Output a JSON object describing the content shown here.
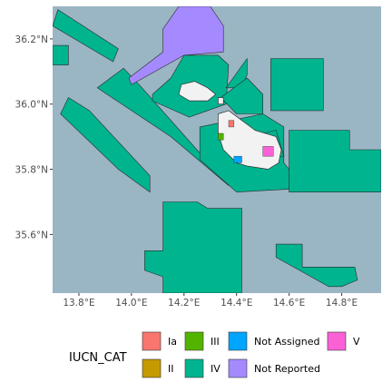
{
  "colors": {
    "sea": "#9ab5c4",
    "land": "#f2f2f2",
    "land_stroke": "#333333",
    "zone_stroke": "#2b2b2b",
    "tick": "#333333"
  },
  "chart_data": {
    "type": "map",
    "xlim": [
      13.7,
      14.95
    ],
    "ylim": [
      35.42,
      36.3
    ],
    "x_ticks": [
      13.8,
      14.0,
      14.2,
      14.4,
      14.6,
      14.8
    ],
    "x_tick_labels": [
      "13.8°E",
      "14.0°E",
      "14.2°E",
      "14.4°E",
      "14.6°E",
      "14.8°E"
    ],
    "y_ticks": [
      35.6,
      35.8,
      36.0,
      36.2
    ],
    "y_tick_labels": [
      "35.6°N",
      "35.8°N",
      "36.0°N",
      "36.2°N"
    ],
    "legend": {
      "title": "IUCN_CAT",
      "entries": [
        {
          "label": "Ia",
          "color": "#f8766d"
        },
        {
          "label": "II",
          "color": "#c49a00"
        },
        {
          "label": "III",
          "color": "#53b400"
        },
        {
          "label": "IV",
          "color": "#00b48f"
        },
        {
          "label": "Not Assigned",
          "color": "#00a5ff"
        },
        {
          "label": "Not Reported",
          "color": "#a58aff"
        },
        {
          "label": "V",
          "color": "#fb61d7"
        }
      ]
    },
    "polygons": [
      {
        "cat": "IV",
        "coords": [
          [
            13.72,
            36.29
          ],
          [
            13.95,
            36.17
          ],
          [
            13.93,
            36.13
          ],
          [
            13.7,
            36.24
          ]
        ]
      },
      {
        "cat": "IV",
        "coords": [
          [
            13.7,
            36.18
          ],
          [
            13.76,
            36.18
          ],
          [
            13.76,
            36.12
          ],
          [
            13.7,
            36.12
          ]
        ]
      },
      {
        "cat": "IV",
        "coords": [
          [
            13.97,
            36.11
          ],
          [
            14.04,
            36.05
          ],
          [
            14.37,
            35.75
          ],
          [
            14.15,
            35.9
          ],
          [
            13.87,
            36.05
          ]
        ]
      },
      {
        "cat": "IV",
        "coords": [
          [
            13.73,
            35.97
          ],
          [
            13.95,
            35.8
          ],
          [
            14.07,
            35.73
          ],
          [
            14.07,
            35.78
          ],
          [
            13.84,
            35.98
          ],
          [
            13.76,
            36.02
          ]
        ]
      },
      {
        "cat": "IV",
        "coords": [
          [
            14.08,
            36.03
          ],
          [
            14.15,
            36.08
          ],
          [
            14.2,
            36.15
          ],
          [
            14.33,
            36.15
          ],
          [
            14.37,
            36.12
          ],
          [
            14.36,
            36.0
          ],
          [
            14.22,
            35.96
          ],
          [
            14.08,
            36.01
          ]
        ]
      },
      {
        "cat": "IV",
        "coords": [
          [
            14.36,
            36.05
          ],
          [
            14.44,
            36.14
          ],
          [
            14.44,
            36.09
          ],
          [
            14.42,
            36.05
          ]
        ]
      },
      {
        "cat": "IV",
        "coords": [
          [
            14.34,
            36.02
          ],
          [
            14.44,
            36.08
          ],
          [
            14.5,
            36.03
          ],
          [
            14.5,
            35.97
          ],
          [
            14.4,
            35.97
          ]
        ]
      },
      {
        "cat": "IV",
        "coords": [
          [
            14.53,
            36.14
          ],
          [
            14.73,
            36.14
          ],
          [
            14.73,
            35.98
          ],
          [
            14.53,
            35.98
          ]
        ]
      },
      {
        "cat": "IV",
        "coords": [
          [
            14.26,
            35.93
          ],
          [
            14.5,
            35.97
          ],
          [
            14.58,
            35.93
          ],
          [
            14.58,
            35.82
          ],
          [
            14.62,
            35.78
          ],
          [
            14.62,
            35.74
          ],
          [
            14.4,
            35.73
          ],
          [
            14.26,
            35.83
          ]
        ]
      },
      {
        "cat": "IV",
        "coords": [
          [
            14.5,
            35.91
          ],
          [
            14.55,
            35.92
          ],
          [
            14.58,
            35.84
          ],
          [
            14.5,
            35.84
          ]
        ]
      },
      {
        "cat": "IV",
        "coords": [
          [
            14.6,
            35.92
          ],
          [
            14.83,
            35.92
          ],
          [
            14.83,
            35.86
          ],
          [
            14.95,
            35.86
          ],
          [
            14.95,
            35.73
          ],
          [
            14.6,
            35.73
          ]
        ]
      },
      {
        "cat": "IV",
        "coords": [
          [
            14.12,
            35.7
          ],
          [
            14.25,
            35.7
          ],
          [
            14.29,
            35.68
          ],
          [
            14.42,
            35.68
          ],
          [
            14.42,
            35.42
          ],
          [
            14.12,
            35.42
          ],
          [
            14.12,
            35.47
          ],
          [
            14.05,
            35.49
          ],
          [
            14.05,
            35.55
          ],
          [
            14.12,
            35.55
          ]
        ]
      },
      {
        "cat": "IV",
        "coords": [
          [
            14.55,
            35.57
          ],
          [
            14.65,
            35.57
          ],
          [
            14.65,
            35.5
          ],
          [
            14.85,
            35.5
          ],
          [
            14.86,
            35.46
          ],
          [
            14.8,
            35.44
          ],
          [
            14.75,
            35.44
          ],
          [
            14.55,
            35.53
          ]
        ]
      },
      {
        "cat": "Not Reported",
        "coords": [
          [
            14.12,
            36.23
          ],
          [
            14.18,
            36.3
          ],
          [
            14.3,
            36.3
          ],
          [
            14.35,
            36.24
          ],
          [
            14.35,
            36.16
          ],
          [
            14.2,
            36.15
          ],
          [
            14.0,
            36.06
          ],
          [
            13.99,
            36.08
          ],
          [
            14.12,
            36.16
          ]
        ]
      },
      {
        "cat": "V",
        "coords": [
          [
            14.5,
            35.87
          ],
          [
            14.54,
            35.87
          ],
          [
            14.54,
            35.84
          ],
          [
            14.5,
            35.84
          ]
        ]
      },
      {
        "cat": "Not Assigned",
        "coords": [
          [
            14.39,
            35.84
          ],
          [
            14.42,
            35.84
          ],
          [
            14.42,
            35.82
          ],
          [
            14.39,
            35.82
          ]
        ]
      },
      {
        "cat": "III",
        "coords": [
          [
            14.33,
            35.91
          ],
          [
            14.35,
            35.91
          ],
          [
            14.35,
            35.89
          ],
          [
            14.33,
            35.89
          ]
        ]
      },
      {
        "cat": "Ia",
        "coords": [
          [
            14.37,
            35.95
          ],
          [
            14.39,
            35.95
          ],
          [
            14.39,
            35.93
          ],
          [
            14.37,
            35.93
          ]
        ]
      }
    ],
    "land": [
      {
        "name": "Malta",
        "coords": [
          [
            14.33,
            35.97
          ],
          [
            14.37,
            35.98
          ],
          [
            14.42,
            35.95
          ],
          [
            14.47,
            35.92
          ],
          [
            14.51,
            35.91
          ],
          [
            14.55,
            35.9
          ],
          [
            14.57,
            35.86
          ],
          [
            14.56,
            35.82
          ],
          [
            14.52,
            35.8
          ],
          [
            14.44,
            35.81
          ],
          [
            14.4,
            35.82
          ],
          [
            14.35,
            35.86
          ],
          [
            14.33,
            35.91
          ]
        ]
      },
      {
        "name": "Gozo",
        "coords": [
          [
            14.19,
            36.06
          ],
          [
            14.24,
            36.07
          ],
          [
            14.29,
            36.05
          ],
          [
            14.32,
            36.03
          ],
          [
            14.29,
            36.01
          ],
          [
            14.22,
            36.01
          ],
          [
            14.18,
            36.03
          ]
        ]
      },
      {
        "name": "Comino",
        "coords": [
          [
            14.33,
            36.02
          ],
          [
            14.35,
            36.02
          ],
          [
            14.35,
            36.0
          ],
          [
            14.33,
            36.0
          ]
        ]
      }
    ]
  }
}
